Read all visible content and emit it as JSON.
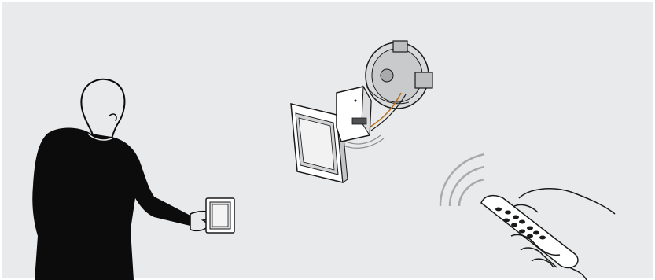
{
  "scene": {
    "background_color": "#ffffff",
    "panel_color": "#e9eaec",
    "figure_color": "#0c0c0c",
    "line_color": "#1a1a1a",
    "wire_orange": "#b8741f",
    "elements": [
      "person-silhouette",
      "wall-switch",
      "flush-mounting-box",
      "switch-frame",
      "receiver-module",
      "radio-waves",
      "remote-control",
      "hand-outline"
    ]
  }
}
